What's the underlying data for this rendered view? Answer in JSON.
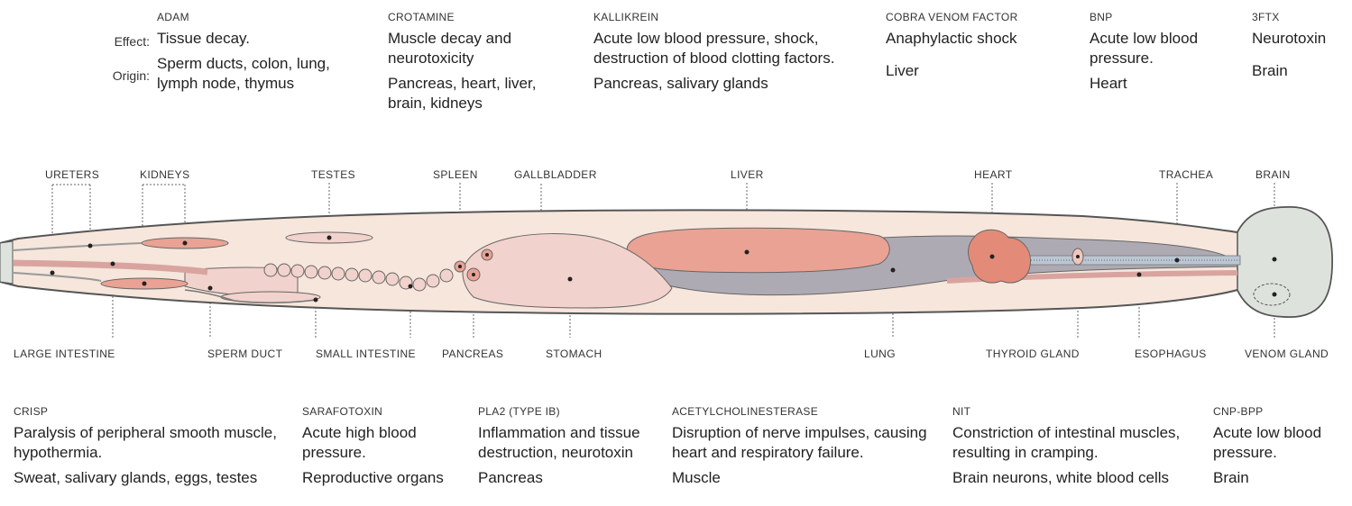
{
  "labels": {
    "effect": "Effect:",
    "origin": "Origin:"
  },
  "top_toxins": [
    {
      "name": "ADAM",
      "effect": "Tissue decay.",
      "origin": "Sperm ducts, colon, lung, lymph node, thymus"
    },
    {
      "name": "CROTAMINE",
      "effect": "Muscle decay and neurotoxicity",
      "origin": "Pancreas, heart, liver, brain, kidneys"
    },
    {
      "name": "KALLIKREIN",
      "effect": "Acute low blood pressure, shock, destruction of blood clotting factors.",
      "origin": "Pancreas, salivary glands"
    },
    {
      "name": "COBRA VENOM FACTOR",
      "effect": "Anaphylactic shock",
      "origin": "Liver"
    },
    {
      "name": "BNP",
      "effect": "Acute low blood pressure.",
      "origin": "Heart"
    },
    {
      "name": "3FTX",
      "effect": "Neurotoxin",
      "origin": "Brain"
    }
  ],
  "organs_top": [
    "URETERS",
    "KIDNEYS",
    "TESTES",
    "SPLEEN",
    "GALLBLADDER",
    "LIVER",
    "HEART",
    "TRACHEA",
    "BRAIN"
  ],
  "organs_bottom": [
    "LARGE INTESTINE",
    "SPERM DUCT",
    "SMALL INTESTINE",
    "PANCREAS",
    "STOMACH",
    "LUNG",
    "THYROID GLAND",
    "ESOPHAGUS",
    "VENOM GLAND"
  ],
  "bottom_toxins": [
    {
      "name": "CRISP",
      "effect": "Paralysis of peripheral smooth muscle, hypothermia.",
      "origin": "Sweat, salivary glands, eggs, testes"
    },
    {
      "name": "SARAFOTOXIN",
      "effect": "Acute high blood pressure.",
      "origin": "Reproductive organs"
    },
    {
      "name": "PLA2 (TYPE IB)",
      "effect": "Inflammation and tissue destruction, neurotoxin",
      "origin": "Pancreas"
    },
    {
      "name": "ACETYLCHOLINESTERASE",
      "effect": "Disruption of nerve impulses, causing heart and respiratory failure.",
      "origin": "Muscle"
    },
    {
      "name": "NIT",
      "effect": "Constriction of intestinal muscles, resulting in cramping.",
      "origin": "Brain neurons, white blood cells"
    },
    {
      "name": "CNP-BPP",
      "effect": "Acute low blood pressure.",
      "origin": "Brain"
    }
  ],
  "colors": {
    "body_fill": "#f6e6dc",
    "organ_pink": "#e9a293",
    "organ_light": "#f2d2cc",
    "lung_gray": "#aeaab3",
    "head_fill": "#dde3dc",
    "outline": "#555555"
  }
}
